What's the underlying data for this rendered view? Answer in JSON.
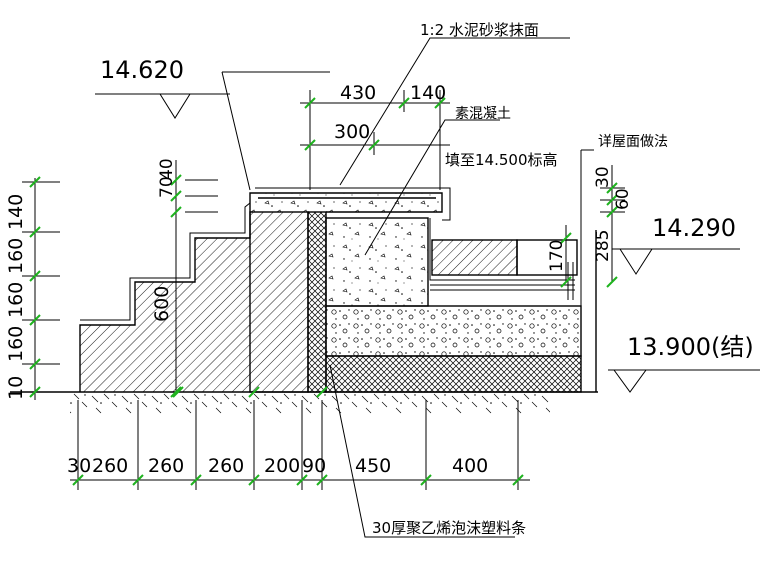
{
  "elevations": {
    "top_step": "14.620",
    "roof_finish": "14.290",
    "structural": "13.900(结)"
  },
  "annotations": {
    "cement_mortar": "1:2 水泥砂浆抹面",
    "plain_concrete": "素混凝土",
    "fill_to": "填至14.500标高",
    "roof_method": "详屋面做法",
    "foam_strip": "30厚聚乙烯泡沫塑料条"
  },
  "dims": {
    "top": [
      "430",
      "140",
      "300"
    ],
    "left_vertical": [
      "10",
      "160",
      "160",
      "160",
      "140"
    ],
    "step_heights": [
      "70",
      "40"
    ],
    "wall_height": "600",
    "right_vertical": [
      "30",
      "60",
      "170",
      "285"
    ],
    "bottom": [
      "30",
      "260",
      "260",
      "260",
      "200",
      "90",
      "450",
      "400"
    ]
  },
  "colors": {
    "line": "#000000",
    "dim_tick": "#1fb31f"
  }
}
